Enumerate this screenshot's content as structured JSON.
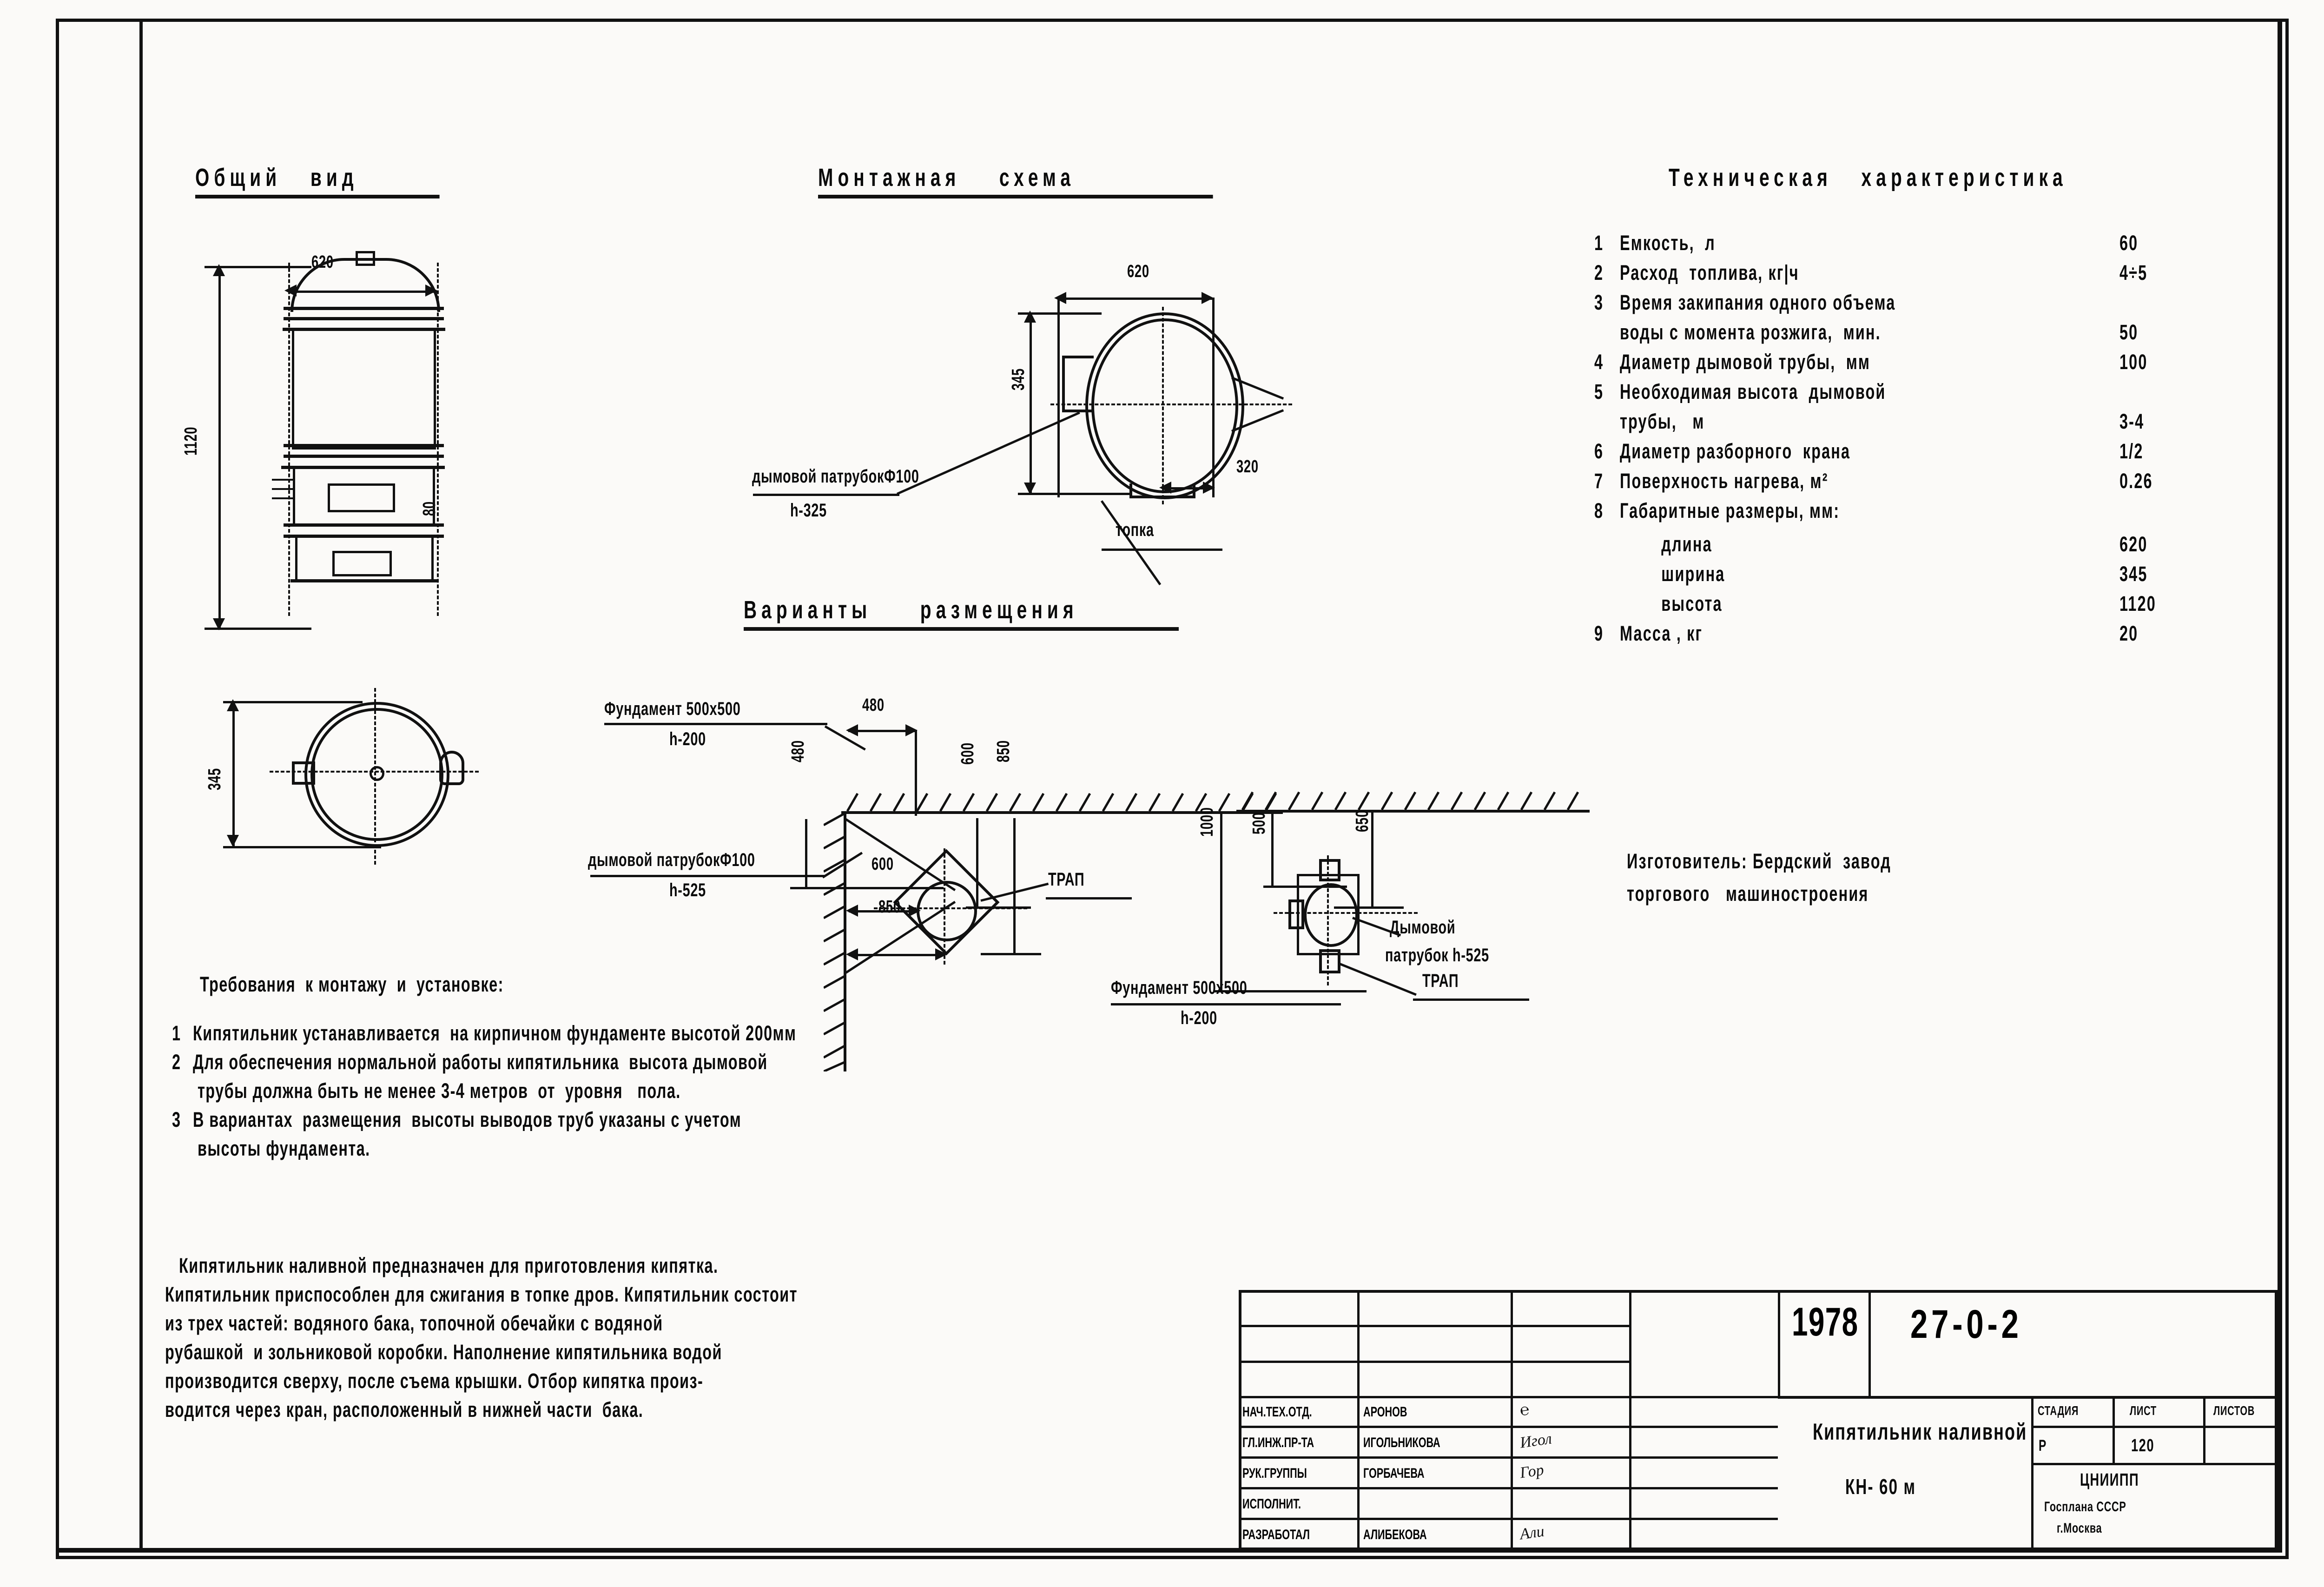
{
  "sheet": {
    "headings": {
      "general_view": "Общий   вид",
      "mounting_scheme": "Монтажная    схема",
      "placement_variants": "Варианты     размещения",
      "tech_spec": "Техническая   характеристика",
      "requirements": "Требования  к монтажу  и  установке:"
    },
    "general_view": {
      "dim_width": "620",
      "dim_height": "1120",
      "dim_side": "80"
    },
    "plan_view": {
      "dim_depth": "345"
    },
    "mounting_scheme": {
      "dim_width": "620",
      "dim_height": "345",
      "dim_offset": "320",
      "label_flue": "дымовой патрубокФ100",
      "label_flue_h": "h-325",
      "label_firebox": "топка"
    },
    "variant_left": {
      "label_foundation": "Фундамент 500х500",
      "label_foundation_h": "h-200",
      "label_flue": "дымовой патрубокФ100",
      "label_flue_h": "h-525",
      "label_drain": "ТРАП",
      "dim_480_top": "480",
      "dim_480_left": "480",
      "dim_600_right": "600",
      "dim_850_right": "850",
      "dim_600_bottom": "600",
      "dim_850_bottom": "850"
    },
    "variant_right": {
      "label_foundation": "Фундамент 500х500",
      "label_foundation_h": "h-200",
      "label_flue": "Дымовой",
      "label_flue2": "патрубок h-525",
      "label_drain": "ТРАП",
      "dim_1000": "1000",
      "dim_500": "500",
      "dim_650": "650"
    },
    "tech_spec_rows": [
      {
        "no": "1",
        "name": "Емкость,  л",
        "value": "60"
      },
      {
        "no": "2",
        "name": "Расход  топлива, кг|ч",
        "value": "4÷5"
      },
      {
        "no": "3",
        "name": "Время закипания одного объема",
        "value": ""
      },
      {
        "no": "",
        "name": "воды с момента розжига,  мин.",
        "value": "50"
      },
      {
        "no": "4",
        "name": "Диаметр дымовой трубы,  мм",
        "value": "100"
      },
      {
        "no": "5",
        "name": "Необходимая высота  дымовой",
        "value": ""
      },
      {
        "no": "",
        "name": "трубы,   м",
        "value": "3-4"
      },
      {
        "no": "6",
        "name": "Диаметр разборного  крана",
        "value": "1/2"
      },
      {
        "no": "7",
        "name": "Поверхность нагрева, м²",
        "value": "0.26"
      },
      {
        "no": "8",
        "name": "Габаритные размеры, мм:",
        "value": ""
      },
      {
        "no": "",
        "name": "        длина",
        "value": "620"
      },
      {
        "no": "",
        "name": "        ширина",
        "value": "345"
      },
      {
        "no": "",
        "name": "        высота",
        "value": "1120"
      },
      {
        "no": "9",
        "name": "Масса , кг",
        "value": "20"
      }
    ],
    "manufacturer": {
      "line1": "Изготовитель: Бердский  завод",
      "line2": "торгового   машиностроения"
    },
    "requirements_items": [
      {
        "no": "1",
        "lines": [
          "Кипятильник устанавливается  на кирпичном фундаменте высотой 200мм"
        ]
      },
      {
        "no": "2",
        "lines": [
          "Для обеспечения нормальной работы кипятильника  высота дымовой",
          "трубы должна быть не менее 3-4 метров  от  уровня   пола."
        ]
      },
      {
        "no": "3",
        "lines": [
          "В вариантах  размещения  высоты выводов труб указаны с учетом",
          "высоты фундамента."
        ]
      }
    ],
    "description_lines": [
      "Кипятильник наливной предназначен для приготовления кипятка.",
      "Кипятильник приспособлен для сжигания в топке дров. Кипятильник состоит",
      "из трех частей: водяного бака, топочной обечайки с водяной",
      "рубашкой  и зольниковой коробки. Наполнение кипятильника водой",
      "производится сверху, после съема крышки. Отбор кипятка произ-",
      "водится через кран, расположенный в нижней части  бака."
    ],
    "title_block": {
      "year": "1978",
      "code": "27-0-2",
      "product_line1": "Кипятильник наливной",
      "product_line2": "КН- 60 м",
      "org_line1": "ЦНИИПП",
      "org_line2": "Госплана СССР",
      "org_line3": "г.Москва",
      "headers": {
        "stage": "СТАДИЯ",
        "sheet": "ЛИСТ",
        "sheets": "ЛИСТОВ"
      },
      "values": {
        "stage": "Р",
        "sheet": "120",
        "sheets": ""
      },
      "rows": [
        {
          "role": "НАЧ.ТЕХ.ОТД.",
          "name": "АРОНОВ",
          "sig": "℮"
        },
        {
          "role": "ГЛ.ИНЖ.ПР-ТА",
          "name": "ИГОЛЬНИКОВА",
          "sig": "Игол"
        },
        {
          "role": "РУК.ГРУППЫ",
          "name": "ГОРБАЧЕВА",
          "sig": "Гор"
        },
        {
          "role": "ИСПОЛНИТ.",
          "name": "",
          "sig": ""
        },
        {
          "role": "РАЗРАБОТАЛ",
          "name": "АЛИБЕКОВА",
          "sig": "Али"
        }
      ]
    }
  }
}
